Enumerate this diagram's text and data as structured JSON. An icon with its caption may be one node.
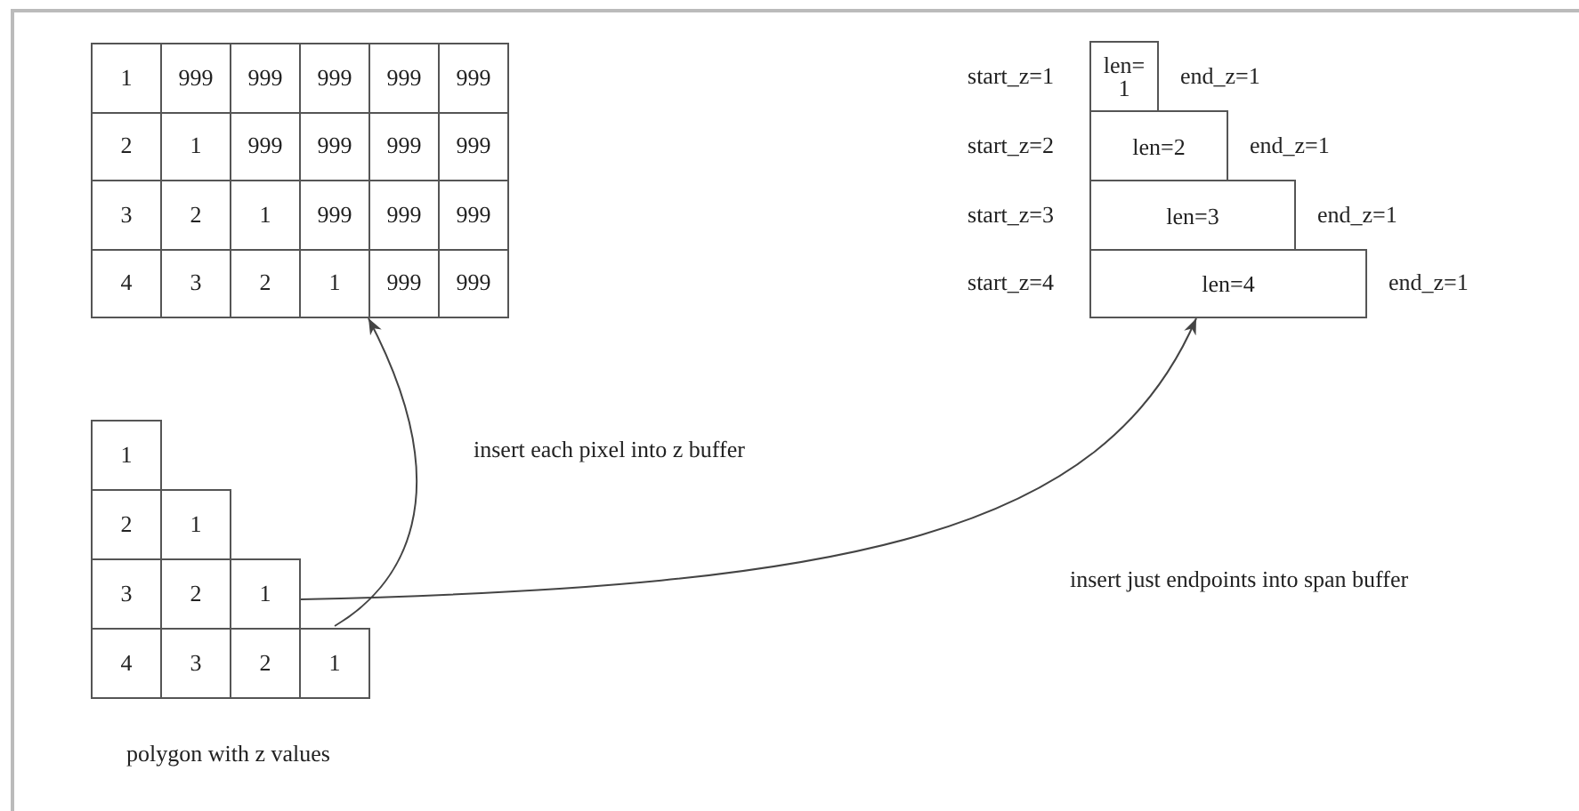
{
  "diagram": {
    "nodes": [
      {
        "text": [
          "1",
          "999",
          "999",
          "999",
          "999",
          "999",
          "2",
          "1",
          "999",
          "999",
          "999",
          "999",
          "3",
          "2",
          "1",
          "999",
          "999",
          "999",
          "4",
          "3",
          "2",
          "1",
          "999",
          "999"
        ]
      },
      {
        "text": [
          "len= 1"
        ],
        "beside": [
          "start_z=1",
          "end_z=1"
        ]
      },
      {
        "text": [
          "len=2"
        ],
        "beside": [
          "start_z=2",
          "end_z=1"
        ]
      },
      {
        "text": [
          "len=3"
        ],
        "beside": [
          "start_z=3",
          "end_z=1"
        ]
      },
      {
        "text": [
          "len=4"
        ],
        "beside": [
          "start_z=4",
          "end_z=1"
        ]
      },
      {
        "text": [
          "1",
          "2",
          "1",
          "3",
          "2",
          "1",
          "4",
          "3",
          "2",
          "1"
        ],
        "beside": [
          "polygon with z values"
        ]
      }
    ],
    "edges": [
      {
        "from": 5,
        "to": 0,
        "arrow": "to",
        "label": "insert each pixel into z buffer"
      },
      {
        "from": 5,
        "to": 4,
        "arrow": "to",
        "label": "insert just endpoints into span buffer"
      }
    ]
  }
}
